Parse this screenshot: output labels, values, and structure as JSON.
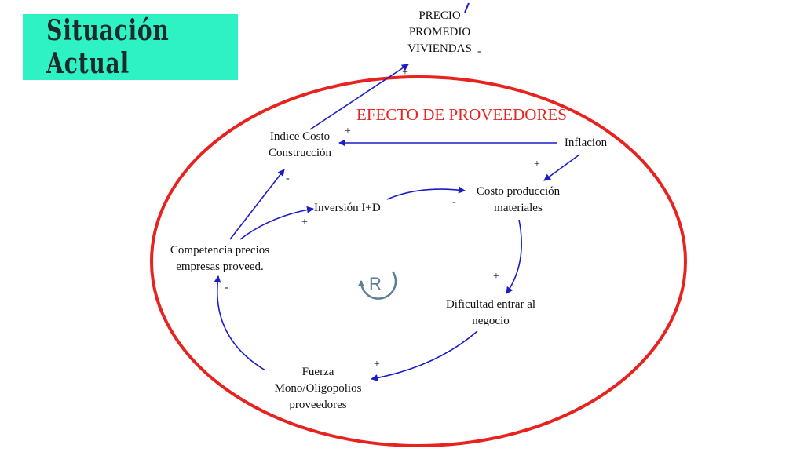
{
  "slide": {
    "title": "Situación Actual"
  },
  "colors": {
    "title_bg": "#2ef2c4",
    "loop_boundary": "#e8231f",
    "link": "#1c1cc8",
    "loop_marker": "#5b7f91"
  },
  "loop": {
    "title": "EFECTO DE PROVEEDORES",
    "identifier": "R",
    "identifier_meaning": "reinforcing loop marker"
  },
  "nodes": {
    "precio": {
      "lines": [
        "PRECIO",
        "PROMEDIO",
        "VIVIENDAS"
      ]
    },
    "indice": {
      "lines": [
        "Indice Costo",
        "Construcción"
      ]
    },
    "inflacion": {
      "lines": [
        "Inflacion"
      ]
    },
    "inversion": {
      "lines": [
        "Inversión I+D"
      ]
    },
    "costo": {
      "lines": [
        "Costo producción",
        "materiales"
      ]
    },
    "competencia": {
      "lines": [
        "Competencia precios",
        "empresas proveed."
      ]
    },
    "dificultad": {
      "lines": [
        "Dificultad entrar al",
        "negocio"
      ]
    },
    "fuerza": {
      "lines": [
        "Fuerza",
        "Mono/Oligopolios",
        "proveedores"
      ]
    }
  },
  "links": [
    {
      "from": "Indice Costo Construcción",
      "to": "PRECIO PROMEDIO VIVIENDAS",
      "polarity": "+"
    },
    {
      "from": "Inflacion",
      "to": "Indice Costo Construcción",
      "polarity": "+"
    },
    {
      "from": "Inflacion",
      "to": "Costo producción materiales",
      "polarity": "+"
    },
    {
      "from": "Competencia precios empresas proveed.",
      "to": "Indice Costo Construcción",
      "polarity": "-"
    },
    {
      "from": "Competencia precios empresas proveed.",
      "to": "Inversión I+D",
      "polarity": "+"
    },
    {
      "from": "Inversión I+D",
      "to": "Costo producción materiales",
      "polarity": "-"
    },
    {
      "from": "Costo producción materiales",
      "to": "Dificultad entrar al negocio",
      "polarity": "+"
    },
    {
      "from": "Dificultad entrar al negocio",
      "to": "Fuerza Mono/Oligopolios proveedores",
      "polarity": "+"
    },
    {
      "from": "Fuerza Mono/Oligopolios proveedores",
      "to": "Competencia precios empresas proveed.",
      "polarity": "-"
    }
  ],
  "signs": {
    "precio_side": "-",
    "precio_below": "+",
    "indice_inflacion": "+",
    "indice_competencia": "-",
    "inflacion_costo": "+",
    "competencia_inversion": "+",
    "inversion_costo": "-",
    "costo_dificultad": "+",
    "dificultad_fuerza": "+",
    "fuerza_competencia": "-"
  }
}
